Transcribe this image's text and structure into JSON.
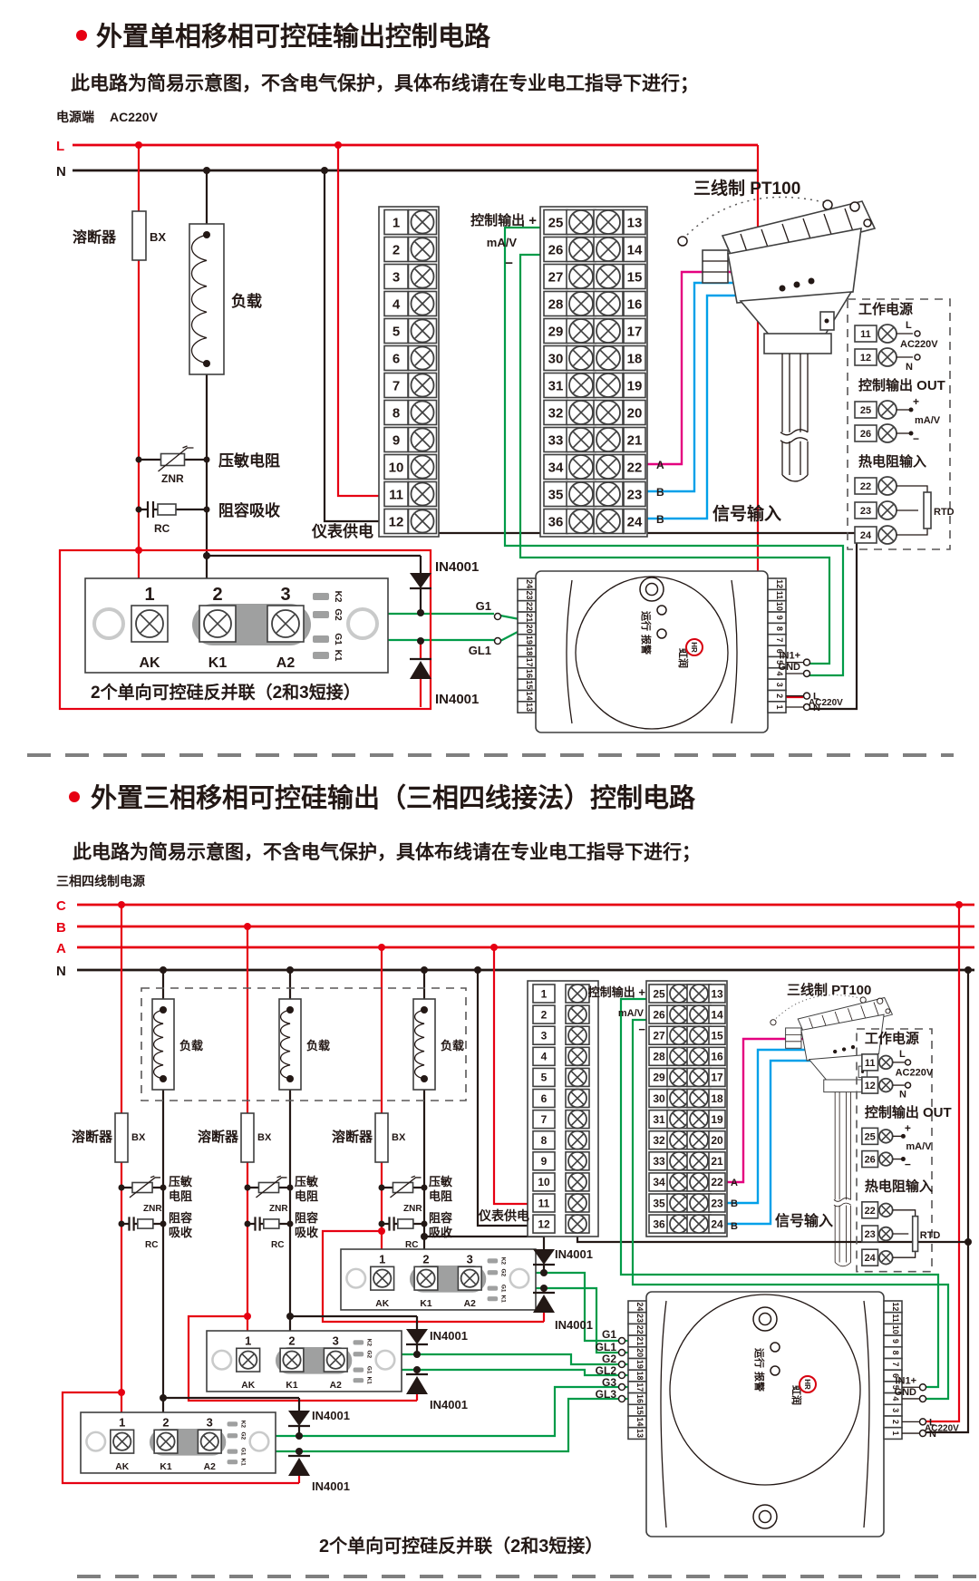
{
  "colors": {
    "red": "#e60012",
    "black": "#231815",
    "green": "#009b48",
    "pink": "#e4007f",
    "blue": "#00a0e9",
    "gray": "#9fa0a0"
  },
  "shared": {
    "warning": "此电路为简易示意图，不含电气保护，具体布线请在专业电工指导下进行；",
    "caption": "2个单向可控硅反并联（2和3短接）",
    "load": "负载",
    "fuse": "溶断器",
    "fuse_code": "BX",
    "varistor": "压敏电阻",
    "varistor_l1": "压敏",
    "varistor_l2": "电阻",
    "varistor_code": "ZNR",
    "rc": "阻容吸收",
    "rc_l1": "阻容",
    "rc_l2": "吸收",
    "rc_code": "RC",
    "diode": "IN4001",
    "meter_supply": "仪表供电",
    "ctrl_out_plus": "控制输出 +",
    "ma_v": "mA/V",
    "minus": "−",
    "pt100": "三线制 PT100",
    "signal_input": "信号输入",
    "wire_a": "A",
    "wire_b": "B",
    "nums_1_12": [
      "1",
      "2",
      "3",
      "4",
      "5",
      "6",
      "7",
      "8",
      "9",
      "10",
      "11",
      "12"
    ],
    "nums_25_36": [
      "25",
      "26",
      "27",
      "28",
      "29",
      "30",
      "31",
      "32",
      "33",
      "34",
      "35",
      "36"
    ],
    "nums_13_24": [
      "13",
      "14",
      "15",
      "16",
      "17",
      "18",
      "19",
      "20",
      "21",
      "22",
      "23",
      "24"
    ],
    "meter_left": [
      "24",
      "23",
      "22",
      "21",
      "20",
      "19",
      "18",
      "17",
      "16",
      "15",
      "14",
      "13"
    ],
    "meter_right": [
      "12",
      "11",
      "10",
      "9",
      "8",
      "7",
      "6",
      "5",
      "4",
      "3",
      "2",
      "1"
    ],
    "module": {
      "nums": [
        "1",
        "2",
        "3"
      ],
      "labels": [
        "AK",
        "K1",
        "A2"
      ],
      "minis": [
        "K2",
        "G2",
        "G1",
        "K1"
      ]
    },
    "panel": {
      "power_title": "工作电源",
      "n11": "11",
      "n12": "12",
      "l": "L",
      "n": "N",
      "ac": "AC220V",
      "out_title": "控制输出 OUT",
      "n25": "25",
      "n26": "26",
      "plus": "+",
      "minus": "−",
      "unit": "mA/V",
      "rtd_title": "热电阻输入",
      "n22": "22",
      "n23": "23",
      "n24": "24",
      "rtd": "RTD"
    },
    "meter": {
      "run": "运行",
      "alarm": "报警",
      "brand": "虹润",
      "logo": "HR",
      "in1": "IN1+",
      "gnd": "GND",
      "l": "L",
      "n": "N",
      "ac": "AC220V"
    }
  },
  "section1": {
    "title": "外置单相移相可控硅输出控制电路",
    "power_side": "电源端",
    "voltage": "AC220V",
    "line_l": "L",
    "line_n": "N",
    "gates": [
      "G1",
      "GL1"
    ]
  },
  "section2": {
    "title": "外置三相移相可控硅输出（三相四线接法）控制电路",
    "source": "三相四线制电源",
    "phases": [
      "C",
      "B",
      "A",
      "N"
    ],
    "gates": [
      "G1",
      "GL1",
      "G2",
      "GL2",
      "G3",
      "GL3"
    ]
  }
}
